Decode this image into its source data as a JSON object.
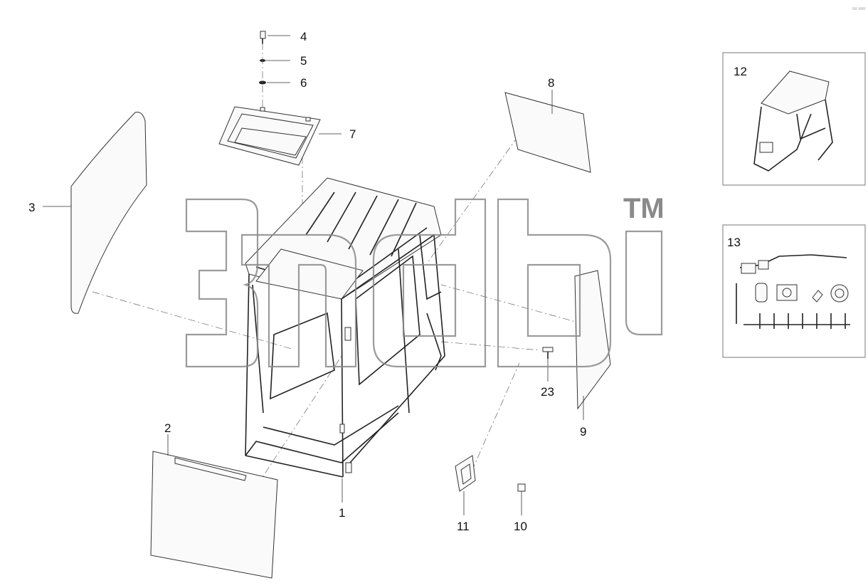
{
  "corner_code": "¤¤ ¤¤¤",
  "watermark": {
    "trademark": "TM"
  },
  "callouts": {
    "c1": "1",
    "c2": "2",
    "c3": "3",
    "c4": "4",
    "c5": "5",
    "c6": "6",
    "c7": "7",
    "c8": "8",
    "c9": "9",
    "c10": "10",
    "c11": "11",
    "c12": "12",
    "c13": "13",
    "c23": "23"
  }
}
